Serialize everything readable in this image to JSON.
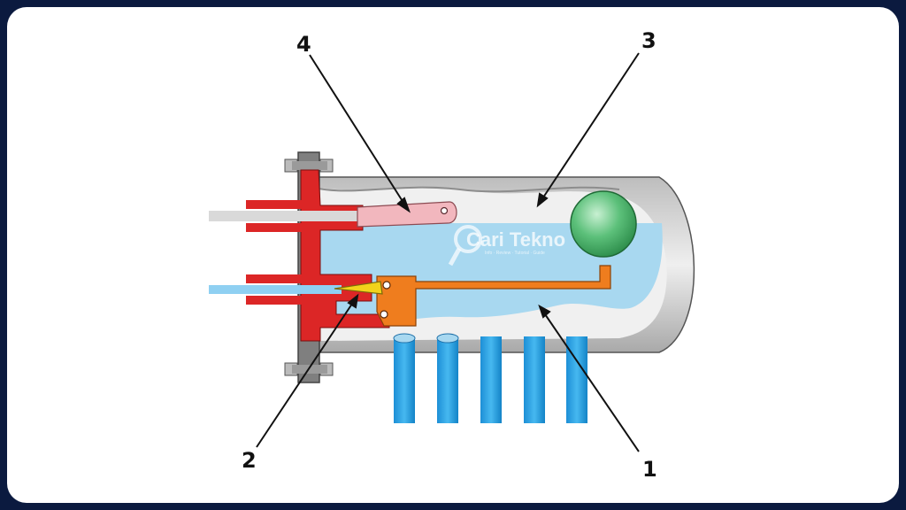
{
  "diagram": {
    "labels": [
      "1",
      "2",
      "3",
      "4"
    ]
  },
  "watermark": {
    "brand": "Cari Tekno",
    "tagline": "Info · Review · Tutorial · Guide"
  },
  "colors": {
    "frame_border": "#0b1a3f",
    "housing_gray": "#9a9a9a",
    "housing_light": "#e6e6e6",
    "liquid": "#a8d8f0",
    "flange_red": "#dc2626",
    "float_arm_orange": "#ef7d1e",
    "float_green": "#3aa25c",
    "valve_yellow": "#f2d21b",
    "upper_lever_pink": "#f2b7be",
    "outlet_tube_blue": "#1d9be0"
  }
}
